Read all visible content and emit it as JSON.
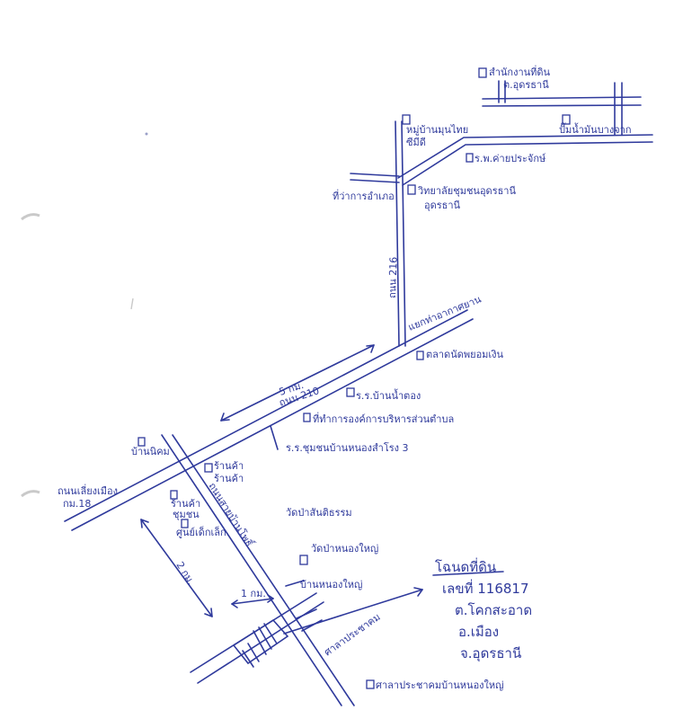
{
  "ink_color": "#2f3a9c",
  "landmarks": {
    "district_office": "สำนักงานที่ดิน",
    "district_office_sub": "ต.อุดรธานี",
    "top_right_temple": "ปั๊มน้ำมันบางจาก",
    "housing": "ร.พ.ค่ายประจักษ์",
    "market": "หมู่บ้านมุนไทย",
    "market_sub": "ซีมีดี",
    "left_temple": "ที่ว่าการอำเภอ",
    "hospital": "วิทยาลัยชุมชนอุดรธานี",
    "hospital_sub": "อุดรธานี",
    "road_label_vertical": "ถนน 216",
    "junction_label": "แยกท่าอากาศยาน",
    "right_landmark": "ตลาดนัดพยอมเงิน",
    "km_label_diag": "5 กม.",
    "road_label_diag": "ถนน 210",
    "school": "ร.ร.บ้านน้ำตอง",
    "shop_label": "ที่ทำการองค์การบริหารส่วนตำบล",
    "school_2": "ร.ร.ชุมชนบ้านหนองสำโรง 3",
    "mid_left_label": "บ้านนิคม",
    "left_edge_label": "ถนนเลี่ยงเมือง",
    "left_edge_sub": "กม.18",
    "small_shop_1": "ร้านค้า",
    "small_shop_2": "ร้านค้า",
    "vert_side_label": "ถนนสายบ้านโพธิ์",
    "side_shop_a": "ร้านค้า",
    "side_shop_a_sub": "ชุมชน",
    "side_shop_b": "ศูนย์เด็กเล็ก",
    "temple_center": "วัดป่าสันติธรรม",
    "temple_2": "วัดป่าหนองใหญ่",
    "temple_3": "บ้านหนองใหญ่",
    "km_2": "2 กม.",
    "km_1": "1 กม.",
    "bus_stop": "ศาลาประชาคม",
    "bottom_label": "ศาลาประชาคมบ้านหนองใหญ่",
    "callout_title": "โฉนดที่ดิน",
    "callout_number": "เลขที่ 116817",
    "callout_line1": "ต.โคกสะอาด",
    "callout_line2": "อ.เมือง",
    "callout_line3": "จ.อุดรธานี"
  }
}
